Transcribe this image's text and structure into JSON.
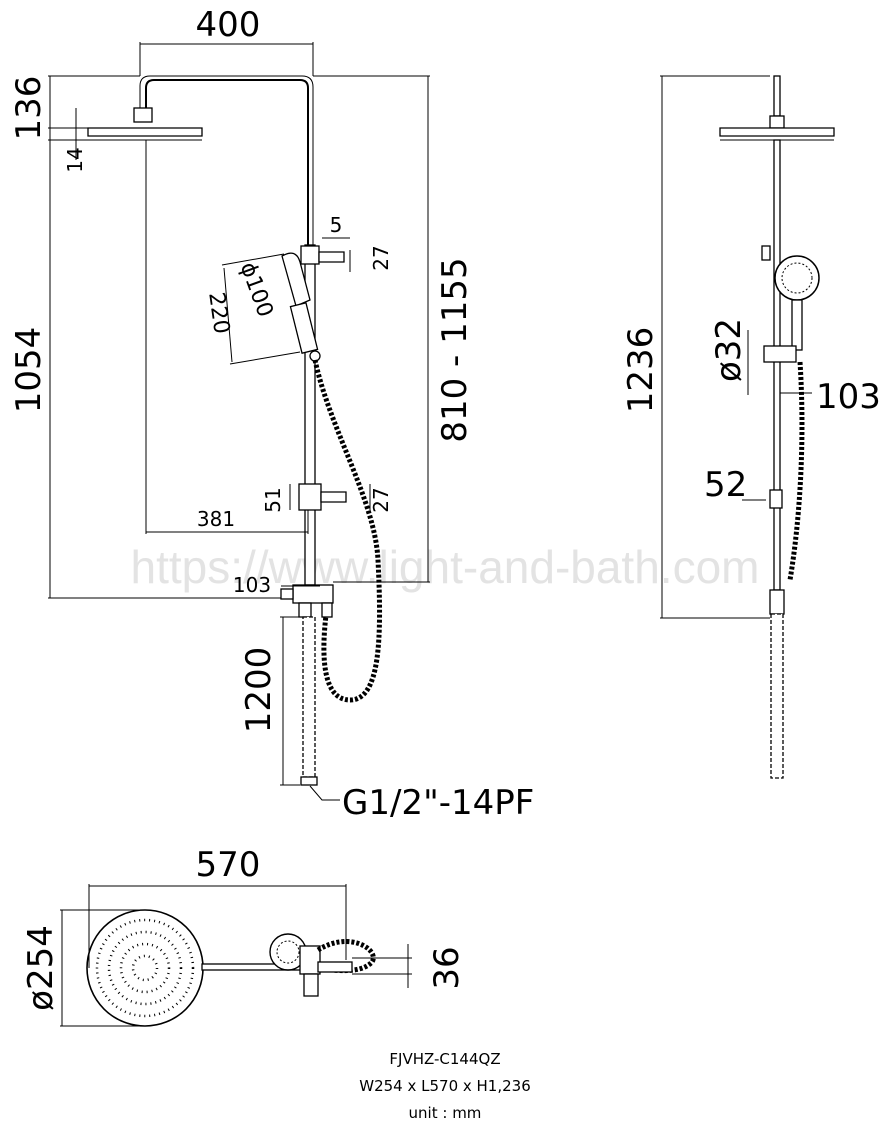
{
  "watermark": "https://www.light-and-bath.com",
  "front_view": {
    "dims": {
      "arm_width": "400",
      "arm_height": "136",
      "head_thickness": "14",
      "head_to_valve": "1054",
      "bar_range": "810 - 1155",
      "holder_offset": "5",
      "holder_depth": "27",
      "handshower_dia": "ϕ100",
      "handshower_len": "220",
      "bracket_height": "51",
      "bracket_depth": "27",
      "head_center_offset": "381",
      "valve_offset": "103",
      "hose_length": "1200",
      "connection": "G1/2\"-14PF"
    }
  },
  "side_view": {
    "dims": {
      "total_height": "1236",
      "bar_dia": "ø32",
      "bar_offset": "103",
      "bracket_offset": "52"
    }
  },
  "top_view": {
    "dims": {
      "total_length": "570",
      "head_dia": "ø254",
      "depth": "36"
    }
  },
  "caption": {
    "model": "FJVHZ-C144QZ",
    "size": "W254 x L570 x H1,236",
    "unit": "unit : mm"
  }
}
